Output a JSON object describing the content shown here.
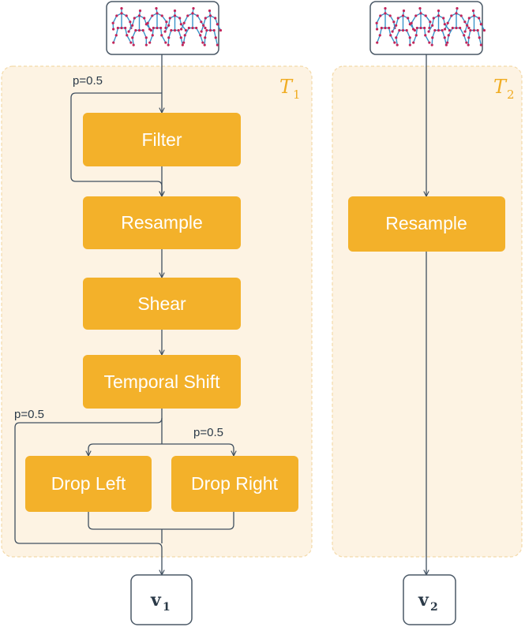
{
  "branches": [
    {
      "transform_symbol": "T",
      "transform_subscript": "1",
      "steps": [
        "Filter",
        "Resample",
        "Shear",
        "Temporal Shift"
      ],
      "drop_steps": [
        "Drop Left",
        "Drop Right"
      ],
      "probability_labels": {
        "filter_skip": "p=0.5",
        "drop_skip": "p=0.5",
        "drop_choice": "p=0.5"
      },
      "output_symbol": "v",
      "output_subscript": "1"
    },
    {
      "transform_symbol": "T",
      "transform_subscript": "2",
      "steps": [
        "Resample"
      ],
      "output_symbol": "v",
      "output_subscript": "2"
    }
  ],
  "colors": {
    "box_fill": "#f3b12a",
    "panel_fill": "#fdf3e3",
    "edge": "#3f4f5f",
    "bone": "#3a93c8",
    "joint": "#c2245a"
  },
  "icons": [
    "skeleton-sequence-icon"
  ]
}
